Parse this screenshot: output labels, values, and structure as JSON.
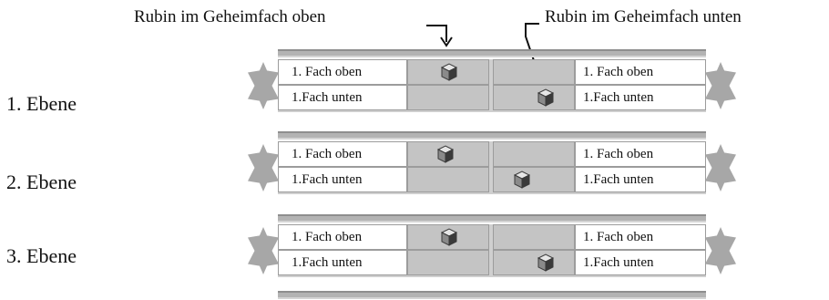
{
  "legend": {
    "top_label": "Rubin im Geheimfach oben",
    "bottom_label": "Rubin im Geheimfach unten"
  },
  "levels": [
    {
      "label": "1. Ebene",
      "left_upper": "1. Fach oben",
      "left_lower": "1.Fach unten",
      "right_upper": "1. Fach oben",
      "right_lower": "1.Fach unten",
      "ruby_left": "oben",
      "ruby_right": "unten"
    },
    {
      "label": "2. Ebene",
      "left_upper": "1. Fach oben",
      "left_lower": "1.Fach unten",
      "right_upper": "1. Fach oben",
      "right_lower": "1.Fach unten",
      "ruby_left": "oben",
      "ruby_right": "unten"
    },
    {
      "label": "3. Ebene",
      "left_upper": "1. Fach oben",
      "left_lower": "1.Fach unten",
      "right_upper": "1. Fach oben",
      "right_lower": "1.Fach unten",
      "ruby_left": "oben",
      "ruby_right": "unten"
    }
  ],
  "colors": {
    "rail": "#b3b3b3",
    "compartment": "#c4c4c4",
    "ruby_light": "#e6e6e6",
    "ruby_mid": "#8a8a8a",
    "ruby_dark": "#3a3a3a"
  }
}
